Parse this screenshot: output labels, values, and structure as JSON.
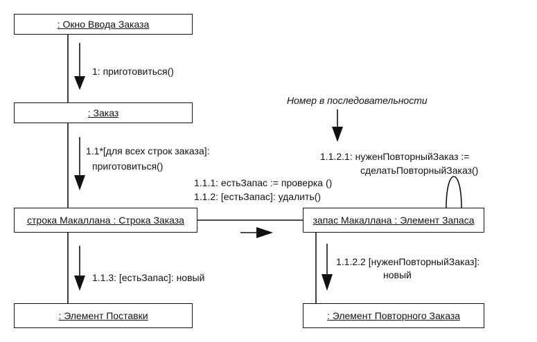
{
  "objects": {
    "order_entry_window": ": Окно Ввода Заказа",
    "order": ": Заказ",
    "order_line": "строка Макаллана : Строка Заказа",
    "stock_item": "запас Макаллана : Элемент Запаса",
    "delivery_item": ": Элемент Поставки",
    "reorder_item": ": Элемент Повторного Заказа"
  },
  "messages": {
    "m1": "1: приготовиться()",
    "m11_line1": "1.1*[для всех строк заказа]:",
    "m11_line2": "приготовиться()",
    "m111": "1.1.1: естьЗапас := проверка ()",
    "m112": "1.1.2: [естьЗапас]: удалить()",
    "m1121_line1": "1.1.2.1: нуженПовторныйЗаказ :=",
    "m1121_line2": "сделатьПовторныйЗаказ()",
    "m113": "1.1.3: [естьЗапас]: новый",
    "m1122_line1": "1.1.2.2 [нуженПовторныйЗаказ]:",
    "m1122_line2": "новый"
  },
  "annotation": {
    "sequence_number_note": "Номер в последовательности"
  }
}
